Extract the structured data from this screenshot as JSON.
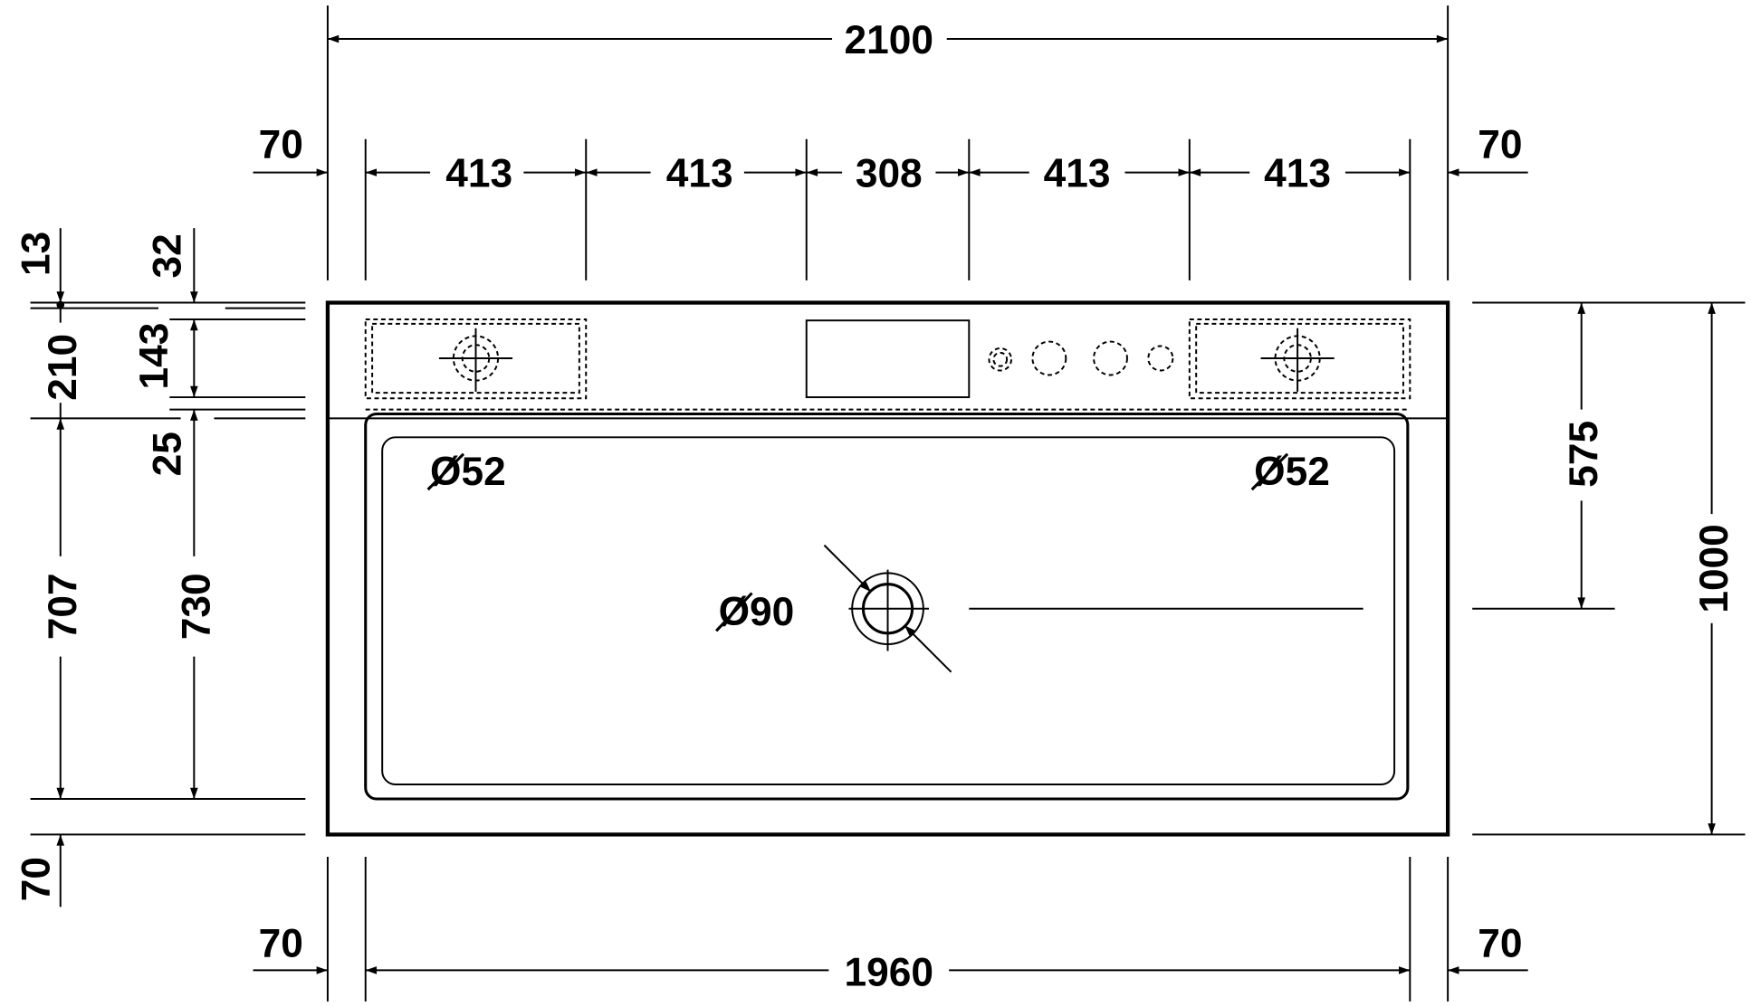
{
  "drawing": {
    "top": {
      "overall": "2100",
      "margin_left": "70",
      "margin_right": "70",
      "segments": [
        "413",
        "413",
        "308",
        "413",
        "413"
      ]
    },
    "bottom": {
      "overall": "1960",
      "margin_left": "70",
      "margin_right": "70"
    },
    "right": {
      "overall": "1000",
      "drain_offset": "575"
    },
    "left_outer": {
      "top": "13",
      "shelf": "210",
      "basin": "707",
      "bottom": "70"
    },
    "left_inner": {
      "top": "32",
      "tray": "143",
      "gap": "25",
      "basin": "730"
    },
    "labels": {
      "tap_left": "Ø52",
      "tap_right": "Ø52",
      "drain": "Ø90"
    }
  }
}
